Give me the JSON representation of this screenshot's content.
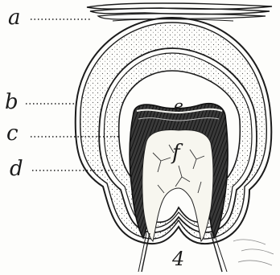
{
  "figure": {
    "labels": {
      "a": "a",
      "b": "b",
      "c": "c",
      "d": "d",
      "e": "e",
      "f": "f",
      "number": "4"
    },
    "colors": {
      "ink": "#1b1b1b",
      "paper": "#fdfdfb",
      "dentine": "#2a2a2a"
    }
  }
}
